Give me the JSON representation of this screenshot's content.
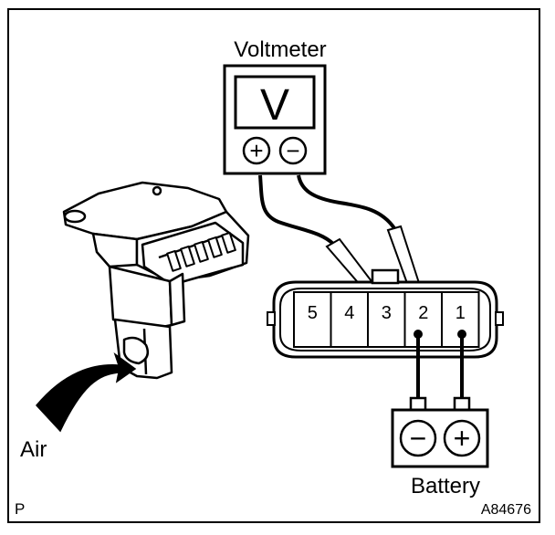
{
  "meter": {
    "title": "Voltmeter",
    "display": "V",
    "positive_symbol": "+",
    "negative_symbol": "−"
  },
  "connector": {
    "pins": [
      "5",
      "4",
      "3",
      "2",
      "1"
    ]
  },
  "battery": {
    "label": "Battery",
    "negative_symbol": "−",
    "positive_symbol": "+"
  },
  "sensor": {
    "flow_label": "Air"
  },
  "footer": {
    "page_marker": "P",
    "figure_code": "A84676"
  }
}
